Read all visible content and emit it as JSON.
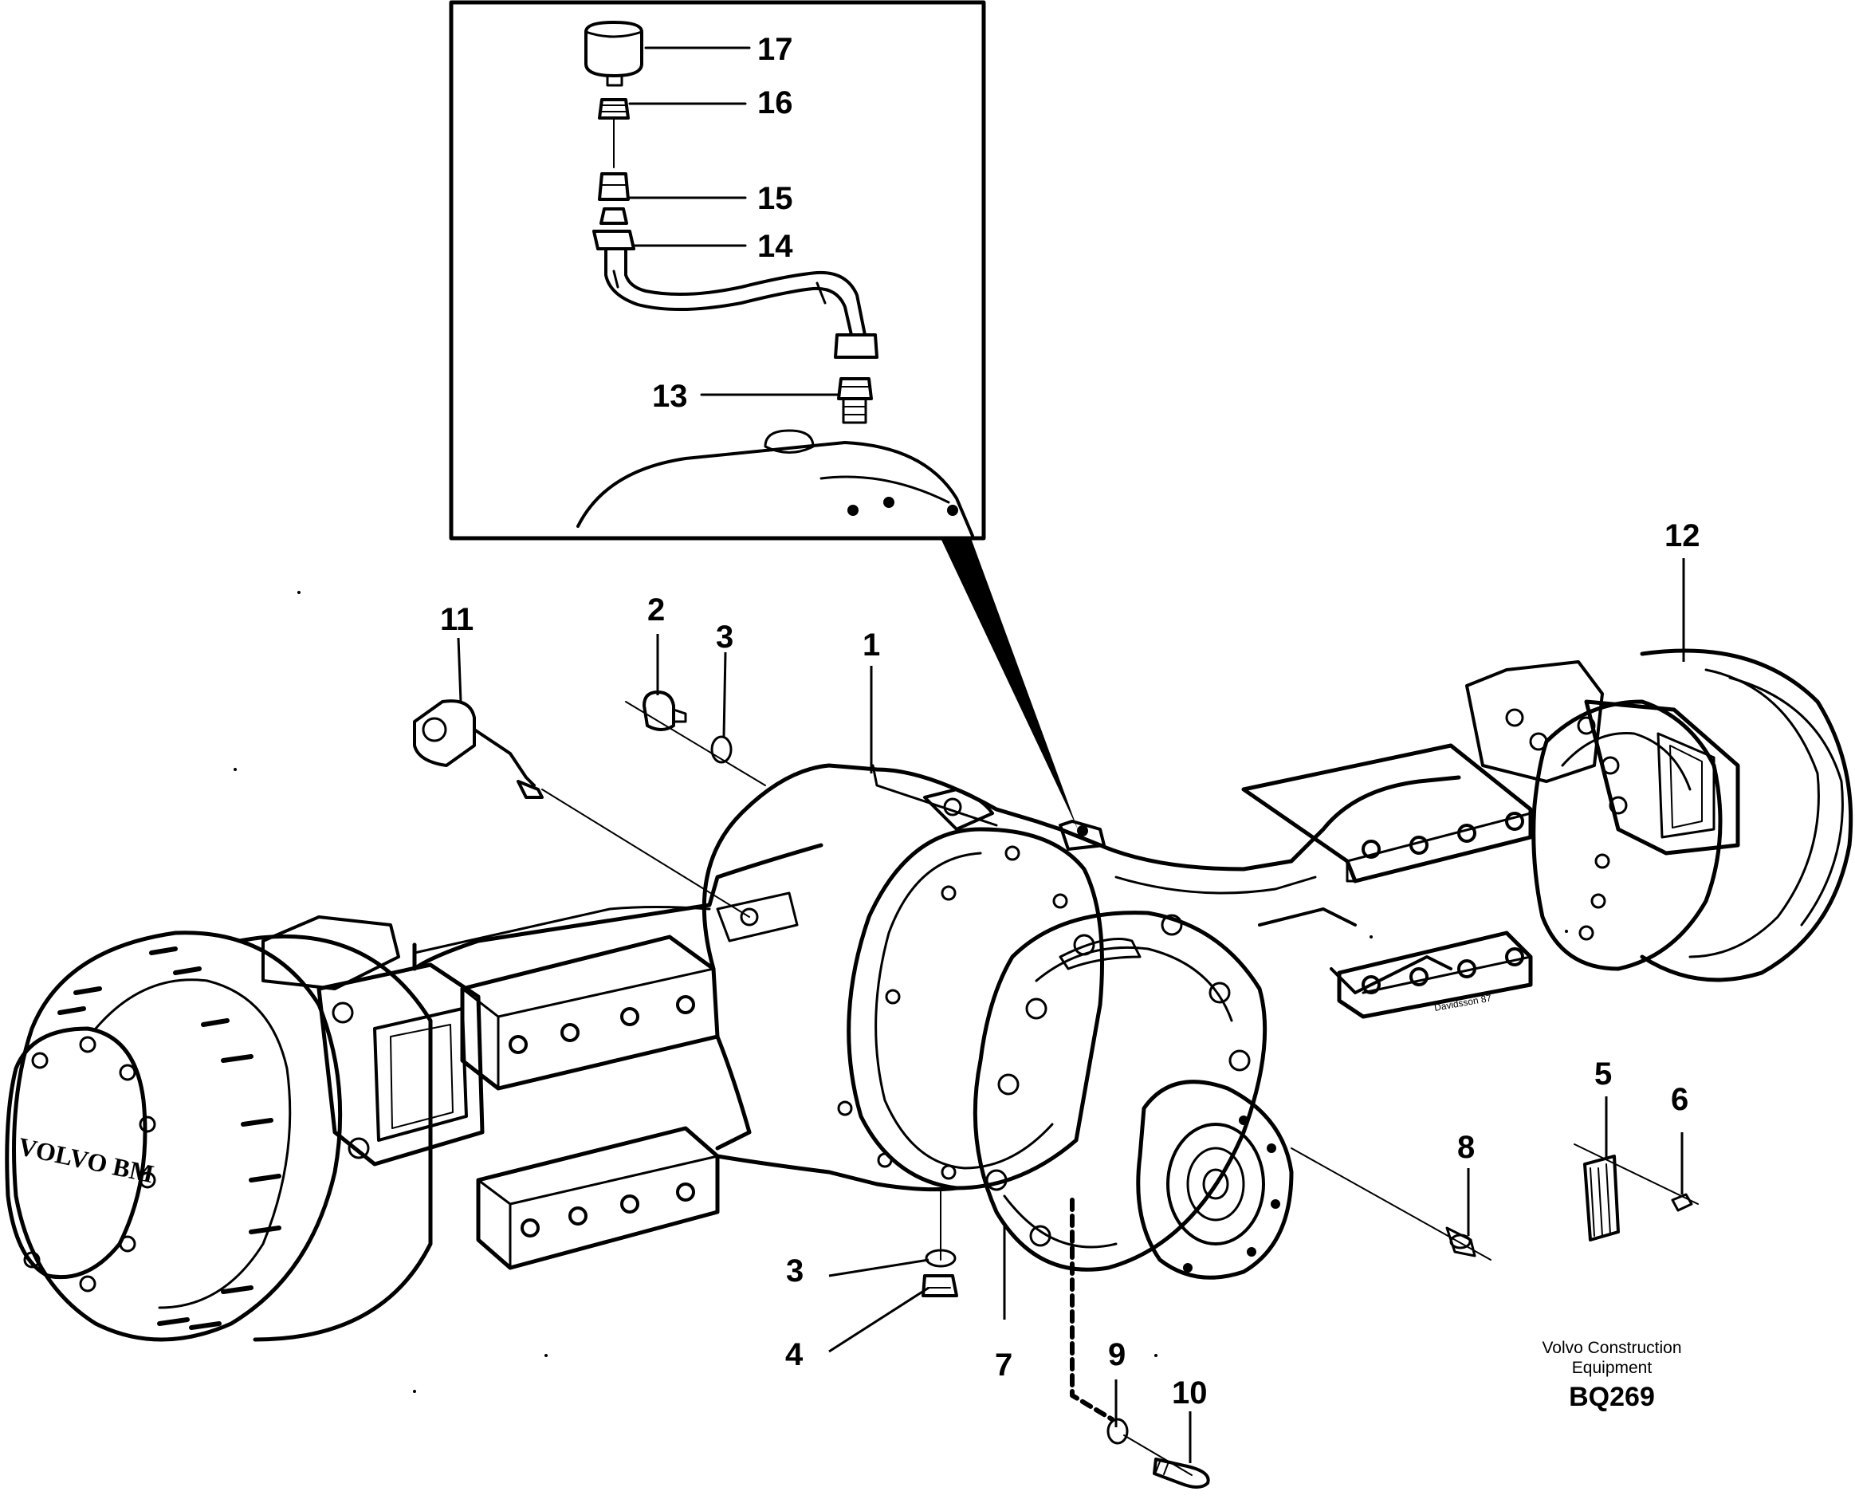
{
  "callouts": {
    "c1": "1",
    "c2": "2",
    "c3a": "3",
    "c3b": "3",
    "c4": "4",
    "c5": "5",
    "c6": "6",
    "c7": "7",
    "c8": "8",
    "c9": "9",
    "c10": "10",
    "c11": "11",
    "c12": "12",
    "c13": "13",
    "c14": "14",
    "c15": "15",
    "c16": "16",
    "c17": "17"
  },
  "credit": {
    "line1": "Volvo Construction",
    "line2": "Equipment",
    "code": "BQ269"
  },
  "small_mark": "Davidsson 87",
  "hub_text": "VOLVO BM"
}
